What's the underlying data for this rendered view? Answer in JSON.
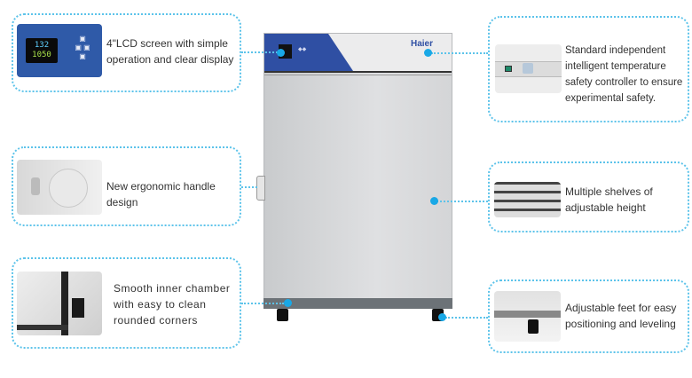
{
  "brand": "Haier",
  "features": {
    "lcd": {
      "text": "4\"LCD screen with simple operation and clear display",
      "display_top": "132",
      "display_bottom": "1050"
    },
    "handle": {
      "text": "New ergonomic handle design"
    },
    "chamber": {
      "text": "Smooth inner chamber with easy to clean rounded corners"
    },
    "safety": {
      "text": "Standard independent intelligent temperature safety controller to ensure experimental safety."
    },
    "shelves": {
      "text": "Multiple shelves of adjustable height"
    },
    "feet": {
      "text": "Adjustable feet for easy positioning and leveling"
    }
  },
  "colors": {
    "accent": "#19a8e6",
    "panel_blue": "#2f4fa3"
  }
}
